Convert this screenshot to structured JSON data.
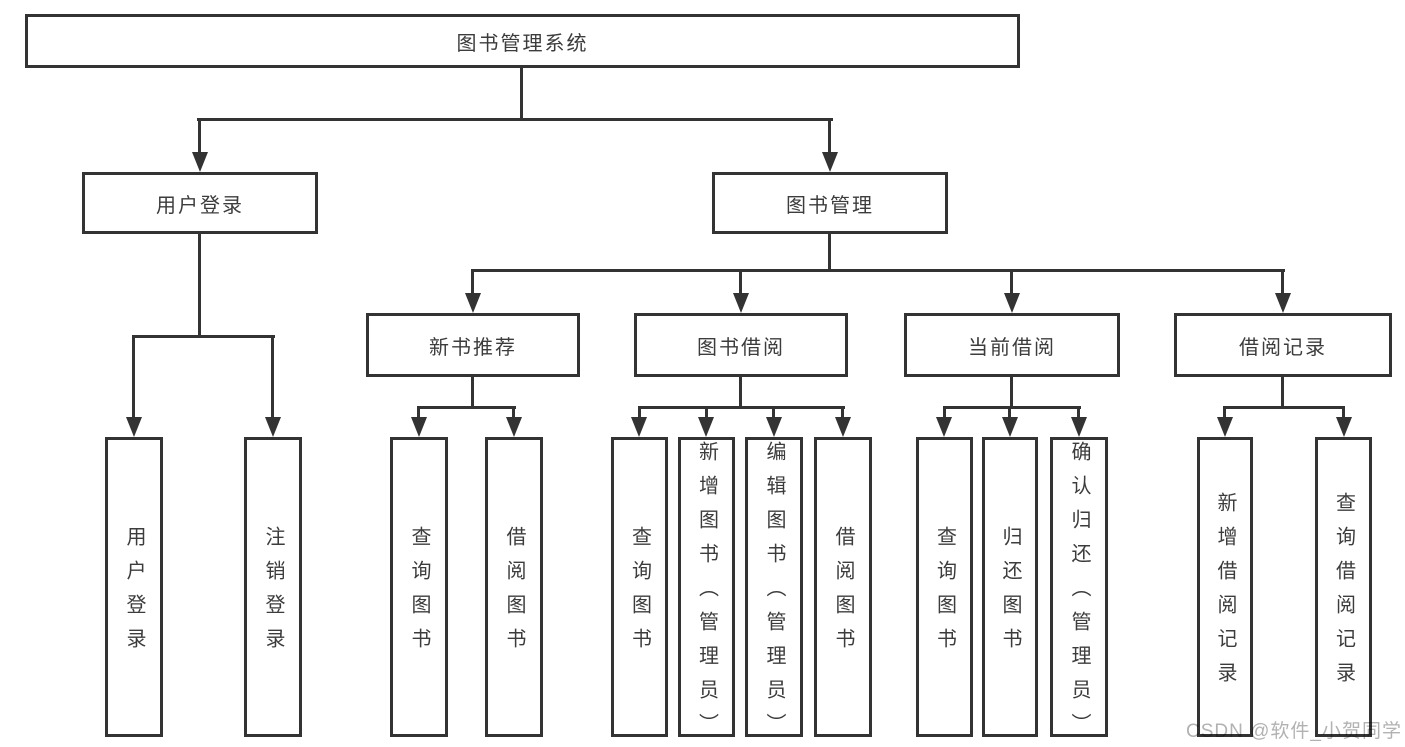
{
  "diagram": {
    "title": "图书管理系统",
    "watermark": "CSDN @软件_小贺同学",
    "colors": {
      "line": "#333333",
      "border": "#333333",
      "text": "#3c3c3c",
      "background": "#ffffff",
      "watermark": "#b2b2b2"
    },
    "nodes": {
      "root": {
        "label": "图书管理系统"
      },
      "level2": [
        {
          "label": "用户登录"
        },
        {
          "label": "图书管理"
        }
      ],
      "level3": [
        {
          "label": "新书推荐"
        },
        {
          "label": "图书借阅"
        },
        {
          "label": "当前借阅"
        },
        {
          "label": "借阅记录"
        }
      ],
      "leaves": {
        "user_login": [
          "用户登录",
          "注销登录"
        ],
        "new_book_recommend": [
          "查询图书",
          "借阅图书"
        ],
        "book_borrow": [
          "查询图书",
          "新增图书（管理员）",
          "编辑图书（管理员）",
          "借阅图书"
        ],
        "current_borrow": [
          "查询图书",
          "归还图书",
          "确认归还（管理员）"
        ],
        "borrow_record": [
          "新增借阅记录",
          "查询借阅记录"
        ]
      }
    }
  }
}
